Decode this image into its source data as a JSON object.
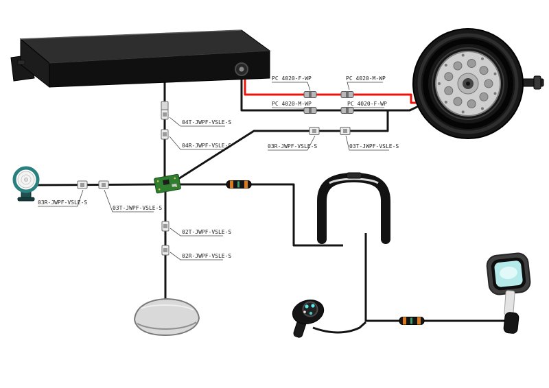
{
  "diagram": {
    "type": "wiring-diagram",
    "subject": "e-bike electrical system wiring",
    "connector_labels": {
      "pc4020_f_wp_top": "PC 4020-F-WP",
      "pc4020_m_wp_top": "PC 4020-M-WP",
      "pc4020_m_wp_mid": "PC 4020-M-WP",
      "pc4020_f_wp_mid": "PC 4020-F-WP",
      "jwpf_04t": "04T-JWPF-VSLE-S",
      "jwpf_04r": "04R-JWPF-VSLE-S",
      "jwpf_03r_motor": "03R-JWPF-VSLE-S",
      "jwpf_03t_motor": "03T-JWPF-VSLE-S",
      "jwpf_03r_headlight": "03R-JWPF-VSLE-S",
      "jwpf_03t_headlight": "03T-JWPF-VSLE-S",
      "jwpf_02t": "02T-JWPF-VSLE-S",
      "jwpf_02r": "02R-JWPF-VSLE-S"
    },
    "components": [
      "battery-pack",
      "hub-motor",
      "headlight",
      "controller-pcb",
      "saddle",
      "front-fork",
      "thumb-throttle",
      "display-unit",
      "inline-waterproof-connector"
    ],
    "colors": {
      "background": "#ffffff",
      "wire_black": "#141414",
      "wire_red": "#e8130b",
      "pcb_green": "#2f7d2f",
      "screen_cyan": "#b5eaea",
      "connector_orange": "#d97a1f",
      "label_text": "#1e1e1e"
    }
  }
}
